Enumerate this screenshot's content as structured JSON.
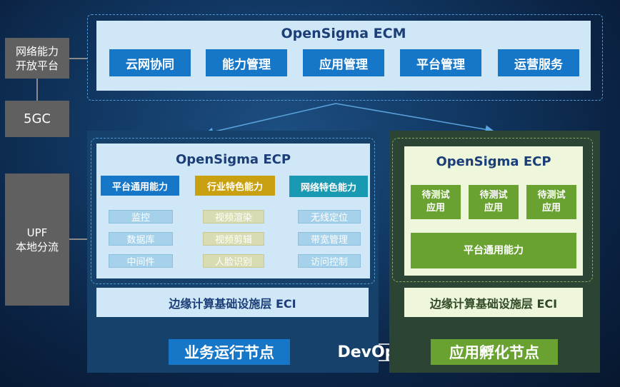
{
  "left_column": {
    "open_platform": "网络能力\n开放平台",
    "core": "5GC",
    "upf": "UPF\n本地分流"
  },
  "ecm": {
    "title": "OpenSigma ECM",
    "items": [
      "云网协同",
      "能力管理",
      "应用管理",
      "平台管理",
      "运营服务"
    ]
  },
  "business_node": {
    "ecp_title": "OpenSigma ECP",
    "categories": [
      "平台通用能力",
      "行业特色能力",
      "网络特色能力"
    ],
    "columns": [
      [
        "监控",
        "数据库",
        "中间件"
      ],
      [
        "视频渲染",
        "视频剪辑",
        "人脸识别"
      ],
      [
        "无线定位",
        "带宽管理",
        "访问控制"
      ]
    ],
    "eci": "边缘计算基础设施层 ECI",
    "label": "业务运行节点"
  },
  "incubation_node": {
    "ecp_title": "OpenSigma ECP",
    "test_apps": [
      "待测试\n应用",
      "待测试\n应用",
      "待测试\n应用"
    ],
    "common": "平台通用能力",
    "eci": "边缘计算基础设施层 ECI",
    "label": "应用孵化节点"
  },
  "devops": "DevOps",
  "colors": {
    "blue_button": "#1677c8",
    "green_button": "#6aa231",
    "light_blue": "#cfe7f6",
    "light_green": "#eef6dc",
    "gold": "#c8a010",
    "teal": "#1a9ab2",
    "grey_box": "#606060"
  }
}
